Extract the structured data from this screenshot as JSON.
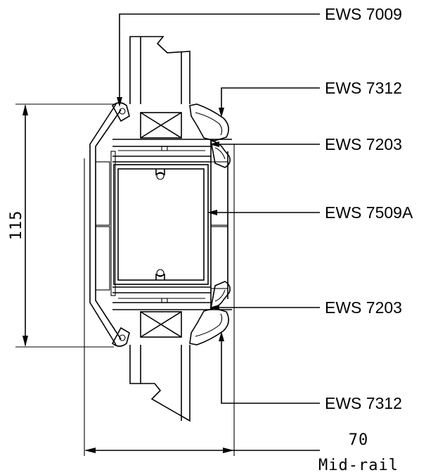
{
  "labels": {
    "glazing_bead_top": "EWS 7009",
    "gasket_top": "EWS 7312",
    "profile_top": "EWS 7203",
    "reinforcement": "EWS 7509A",
    "profile_bottom": "EWS 7203",
    "gasket_bottom": "EWS 7312"
  },
  "dimensions": {
    "height": "115",
    "width": "70"
  },
  "caption": "Mid-rail"
}
